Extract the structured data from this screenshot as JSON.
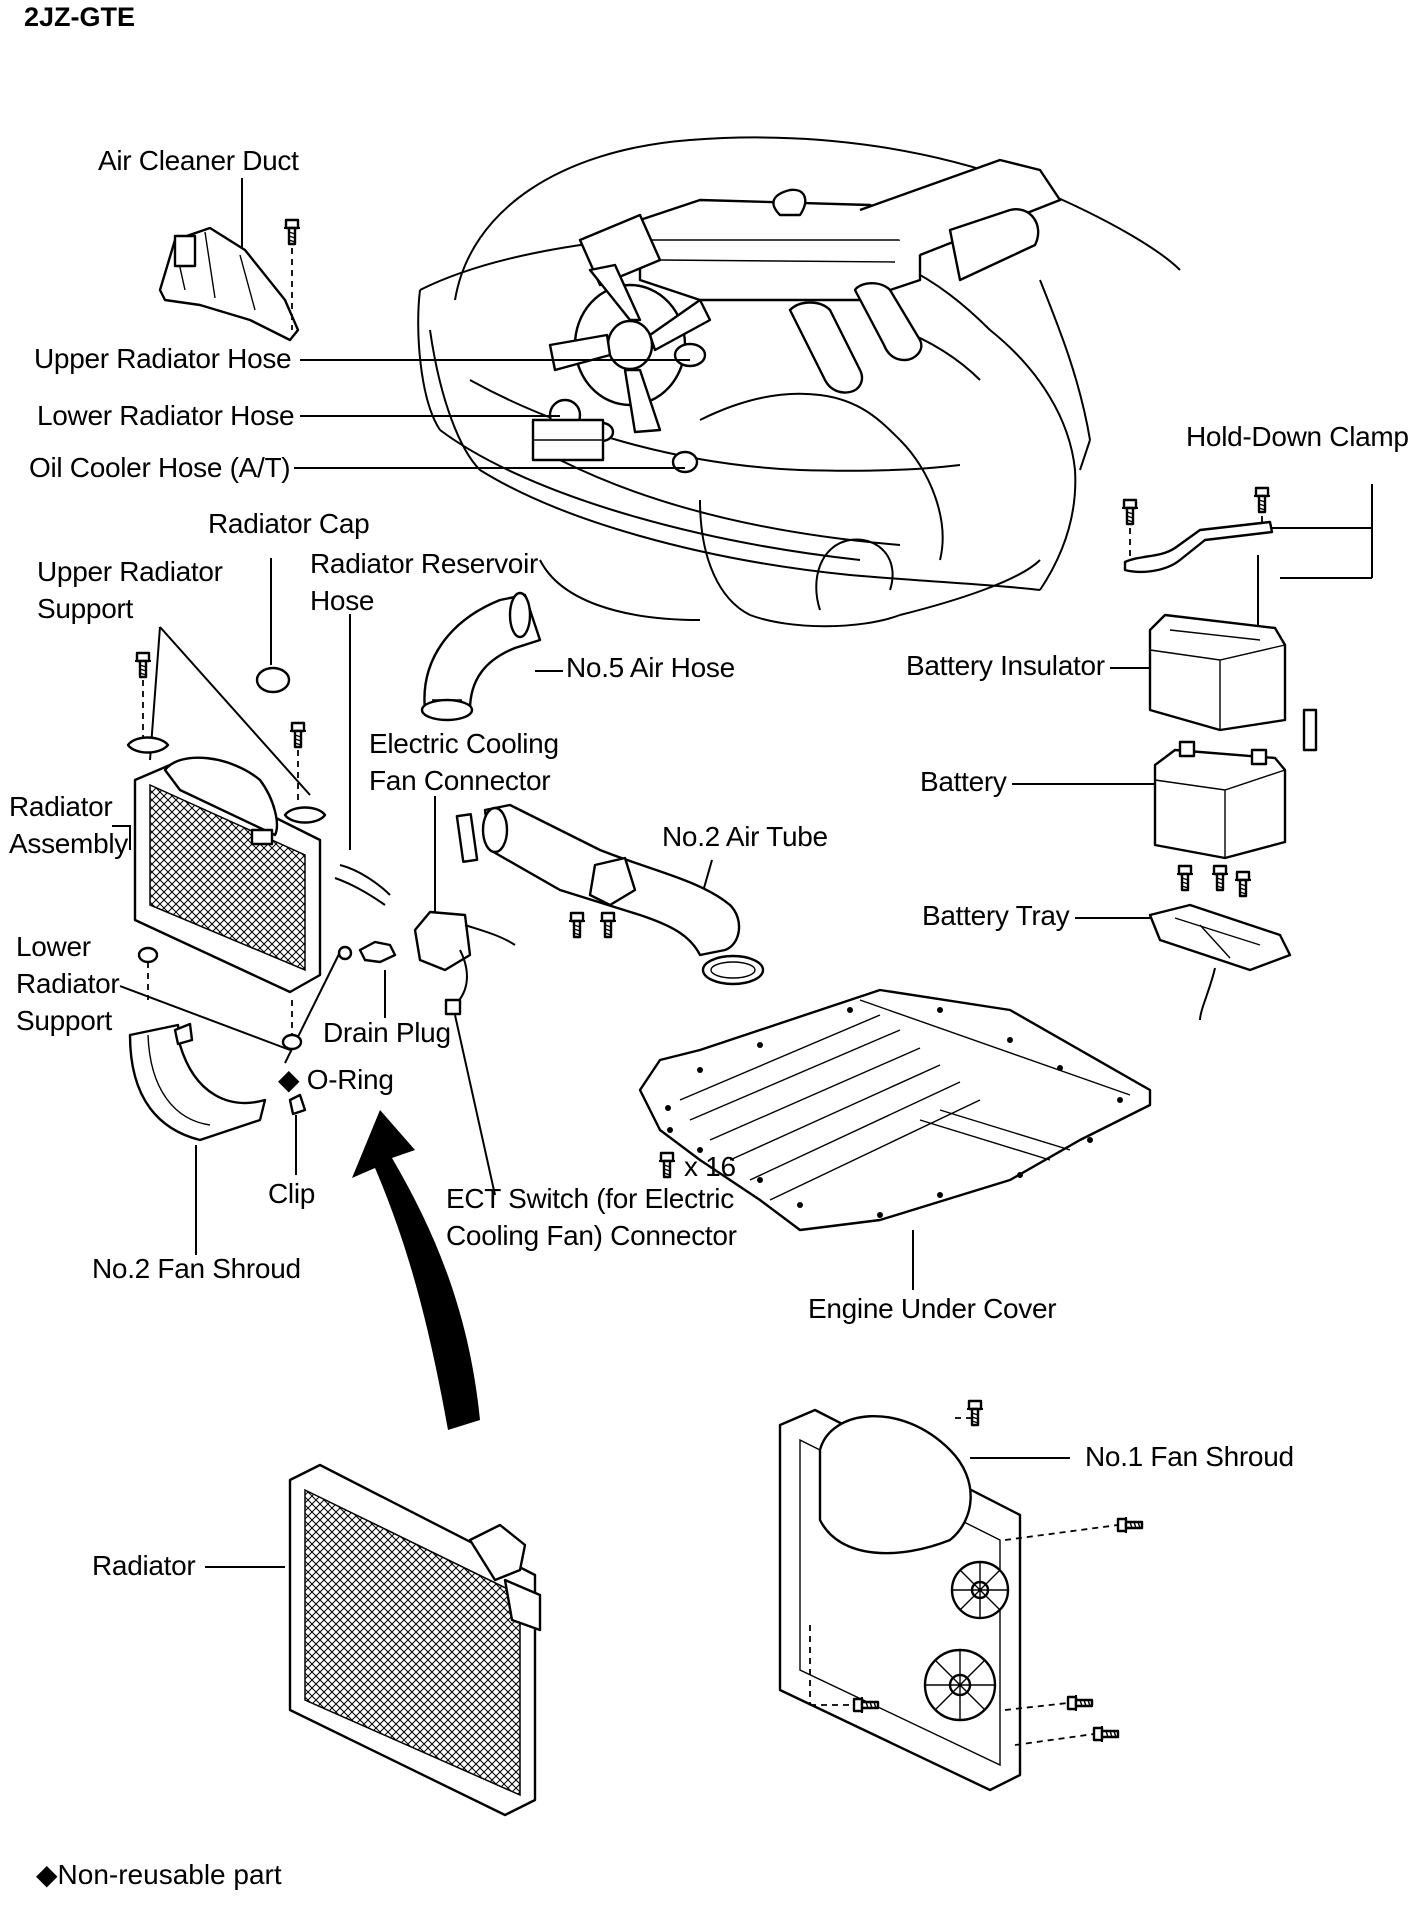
{
  "engine_code": "2JZ-GTE",
  "footnote": "◆Non-reusable part",
  "labels": {
    "air_cleaner_duct": "Air Cleaner Duct",
    "upper_radiator_hose": "Upper Radiator Hose",
    "lower_radiator_hose": "Lower Radiator Hose",
    "oil_cooler_hose": "Oil Cooler Hose (A/T)",
    "hold_down_clamp": "Hold-Down Clamp",
    "radiator_cap": "Radiator Cap",
    "upper_radiator_support_1": "Upper Radiator",
    "upper_radiator_support_2": "Support",
    "radiator_reservoir_hose_1": "Radiator Reservoir",
    "radiator_reservoir_hose_2": "Hose",
    "no5_air_hose": "No.5 Air Hose",
    "battery_insulator": "Battery Insulator",
    "electric_fan_connector_1": "Electric Cooling",
    "electric_fan_connector_2": "Fan Connector",
    "battery": "Battery",
    "radiator_assembly_1": "Radiator",
    "radiator_assembly_2": "Assembly",
    "no2_air_tube": "No.2 Air Tube",
    "battery_tray": "Battery Tray",
    "lower_radiator_support_1": "Lower",
    "lower_radiator_support_2": "Radiator",
    "lower_radiator_support_3": "Support",
    "drain_plug": "Drain Plug",
    "o_ring": "◆ O-Ring",
    "bolt_count": "x 16",
    "clip": "Clip",
    "ect_switch_connector_1": "ECT Switch (for Electric",
    "ect_switch_connector_2": "Cooling Fan) Connector",
    "no2_fan_shroud": "No.2 Fan Shroud",
    "engine_under_cover": "Engine Under Cover",
    "no1_fan_shroud": "No.1 Fan Shroud",
    "radiator": "Radiator"
  }
}
